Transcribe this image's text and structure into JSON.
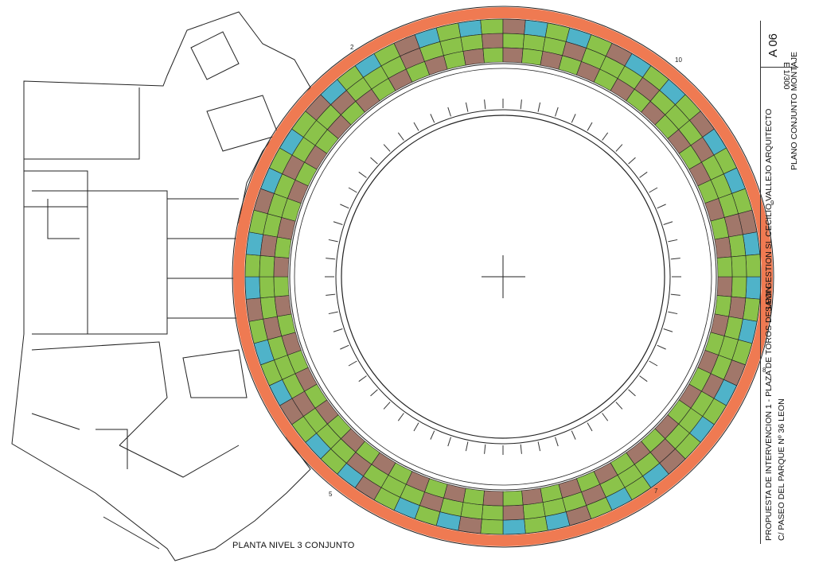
{
  "drawing": {
    "caption": "PLANTA NIVEL 3 CONJUNTO",
    "sheet_code": "A 06",
    "scale": "E 1/300",
    "title_lines": [
      "PROPUESTA DE INTERVENCION 1 - PLAZA DE TOROS DE LEON",
      "C/ PASEO DEL PARQUE Nº 36  LEON",
      "SAMI GESTION SL   CECILIO VALLEJO ARQUITECTO",
      "PLANO CONJUNTO MONTAJE"
    ],
    "grid_labels": [
      "2",
      "10",
      "9",
      "8",
      "7",
      "5"
    ]
  },
  "colors": {
    "outer_ring": "#ef7a52",
    "terrace_green": "#8bc34a",
    "terrace_brown": "#a1776a",
    "terrace_blue": "#4fb3c9",
    "line": "#222222"
  }
}
